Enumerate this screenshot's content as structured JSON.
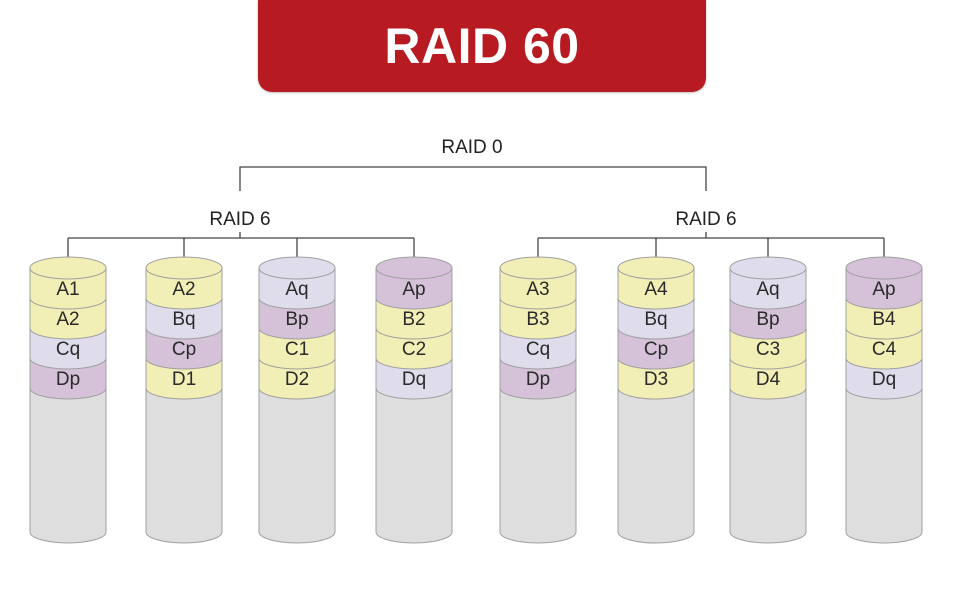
{
  "title": "RAID 60",
  "colors": {
    "banner": "#b81a22",
    "data_block": "#f2efb6",
    "q_parity": "#dfdcec",
    "p_parity": "#d5c2d9",
    "empty": "#dedede",
    "stroke": "#a0a0a0",
    "connector": "#444444"
  },
  "top_label": "RAID 0",
  "groups": [
    {
      "label": "RAID 6",
      "disks": [
        {
          "blocks": [
            {
              "text": "A1",
              "kind": "data"
            },
            {
              "text": "A2",
              "kind": "data"
            },
            {
              "text": "Cq",
              "kind": "q"
            },
            {
              "text": "Dp",
              "kind": "p"
            }
          ]
        },
        {
          "blocks": [
            {
              "text": "A2",
              "kind": "data"
            },
            {
              "text": "Bq",
              "kind": "q"
            },
            {
              "text": "Cp",
              "kind": "p"
            },
            {
              "text": "D1",
              "kind": "data"
            }
          ]
        },
        {
          "blocks": [
            {
              "text": "Aq",
              "kind": "q"
            },
            {
              "text": "Bp",
              "kind": "p"
            },
            {
              "text": "C1",
              "kind": "data"
            },
            {
              "text": "D2",
              "kind": "data"
            }
          ]
        },
        {
          "blocks": [
            {
              "text": "Ap",
              "kind": "p"
            },
            {
              "text": "B2",
              "kind": "data"
            },
            {
              "text": "C2",
              "kind": "data"
            },
            {
              "text": "Dq",
              "kind": "q"
            }
          ]
        }
      ]
    },
    {
      "label": "RAID 6",
      "disks": [
        {
          "blocks": [
            {
              "text": "A3",
              "kind": "data"
            },
            {
              "text": "B3",
              "kind": "data"
            },
            {
              "text": "Cq",
              "kind": "q"
            },
            {
              "text": "Dp",
              "kind": "p"
            }
          ]
        },
        {
          "blocks": [
            {
              "text": "A4",
              "kind": "data"
            },
            {
              "text": "Bq",
              "kind": "q"
            },
            {
              "text": "Cp",
              "kind": "p"
            },
            {
              "text": "D3",
              "kind": "data"
            }
          ]
        },
        {
          "blocks": [
            {
              "text": "Aq",
              "kind": "q"
            },
            {
              "text": "Bp",
              "kind": "p"
            },
            {
              "text": "C3",
              "kind": "data"
            },
            {
              "text": "D4",
              "kind": "data"
            }
          ]
        },
        {
          "blocks": [
            {
              "text": "Ap",
              "kind": "p"
            },
            {
              "text": "B4",
              "kind": "data"
            },
            {
              "text": "C4",
              "kind": "data"
            },
            {
              "text": "Dq",
              "kind": "q"
            }
          ]
        }
      ]
    }
  ]
}
